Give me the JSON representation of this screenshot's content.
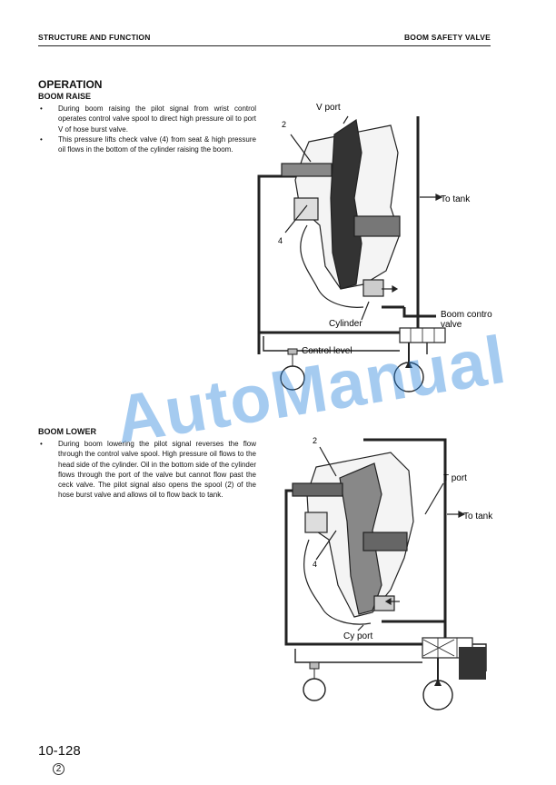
{
  "header": {
    "left": "STRUCTURE AND FUNCTION",
    "right": "BOOM SAFETY VALVE"
  },
  "operation_title": "OPERATION",
  "boom_raise": {
    "title": "BOOM RAISE",
    "bullets": [
      "During boom raising the pilot signal from wrist control operates control valve spool to direct high pressure oil to port V of hose burst valve.",
      "This pressure lifts check valve (4) from seat & high pressure oil flows in the bottom of the cylinder raising the boom."
    ],
    "figure": {
      "v_port": "V port",
      "to_tank": "To tank",
      "cylinder": "Cylinder",
      "boom_control_valve_1": "Boom contro",
      "boom_control_valve_2": "valve",
      "control_level": "Control level",
      "callout_2": "2",
      "callout_4": "4"
    }
  },
  "boom_lower": {
    "title": "BOOM LOWER",
    "bullets": [
      "During boom lowering the pilot signal reverses the flow through the control valve spool. High pressure oil flows to the head side of the cylinder. Oil in the bottom side of the cylinder flows through the port   of the valve but cannot flow past the ceck valve. The pilot signal also opens the spool (2) of the hose burst valve and allows oil to flow back to tank."
    ],
    "figure": {
      "t_port": "T port",
      "to_tank": "To tank",
      "cy_port": "Cy port",
      "callout_2": "2",
      "callout_4": "4"
    }
  },
  "page_number": "10-128",
  "revision_mark": "2",
  "watermark": "AutoManual"
}
